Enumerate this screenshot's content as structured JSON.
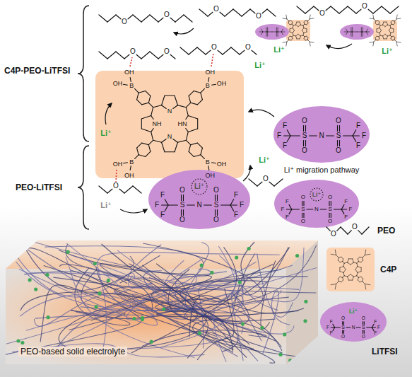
{
  "diagram": {
    "labels": [
      "C4P-PEO-LiTFSI",
      "PEO-LiTFSI",
      "Li⁺ migration pathway",
      "PEO-based solid electrolyte",
      "Li⁺",
      "Li⁺",
      "Li⁺",
      "Li⁺",
      "Li⁺",
      "Li⁺",
      "Li⁺",
      "Li⁺",
      "Li⁺",
      "NH",
      "N",
      "HN",
      "N",
      "B",
      "OH",
      "OH",
      "B",
      "OH",
      "OH",
      "B",
      "OH",
      "OH",
      "B",
      "OH",
      "OH",
      "N",
      "S",
      "S",
      "O",
      "O",
      "O",
      "O",
      "F",
      "F",
      "F",
      "F",
      "F",
      "F",
      "N",
      "S",
      "S",
      "O",
      "O",
      "O",
      "O",
      "F",
      "F",
      "F",
      "F",
      "F",
      "F",
      "N",
      "S",
      "S",
      "O",
      "O",
      "O",
      "O",
      "F",
      "F",
      "F",
      "F",
      "F",
      "F",
      "N",
      "S",
      "S",
      "O",
      "O",
      "O",
      "O",
      "F",
      "F",
      "F",
      "F",
      "F",
      "F",
      "O",
      "O",
      "O",
      "O",
      "O",
      "O",
      "O",
      "O",
      "O",
      "O",
      "O",
      "O",
      "O",
      "O"
    ],
    "legend": [
      {
        "text": "PEO"
      },
      {
        "text": "C4P"
      },
      {
        "text": "LiTFSI"
      }
    ]
  }
}
